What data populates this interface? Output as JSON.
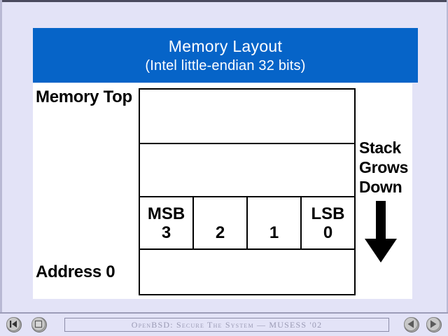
{
  "slide": {
    "title_line1": "Memory Layout",
    "title_line2": "(Intel little-endian 32 bits)",
    "banner_color": "#0664c8",
    "canvas_color": "#ffffff",
    "page_background": "#e3e3f7"
  },
  "diagram": {
    "top_label": "Memory Top",
    "bottom_label": "Address 0",
    "stack_note_lines": [
      "Stack",
      "Grows",
      "Down"
    ],
    "arrow_direction": "down",
    "rows": [
      {
        "kind": "empty",
        "cells": []
      },
      {
        "kind": "empty",
        "cells": []
      },
      {
        "kind": "bytes",
        "cells": [
          {
            "tag": "MSB",
            "num": "3"
          },
          {
            "tag": "",
            "num": "2"
          },
          {
            "tag": "",
            "num": "1"
          },
          {
            "tag": "LSB",
            "num": "0"
          }
        ]
      },
      {
        "kind": "empty",
        "cells": []
      }
    ]
  },
  "footer": {
    "title": "OpenBSD: Secure The System — MUSESS '02",
    "buttons": [
      {
        "name": "first-slide",
        "icon": "first-page-icon"
      },
      {
        "name": "stop",
        "icon": "stop-square-icon"
      },
      {
        "name": "previous",
        "icon": "prev-arrow-icon"
      },
      {
        "name": "next",
        "icon": "next-arrow-icon"
      }
    ]
  }
}
